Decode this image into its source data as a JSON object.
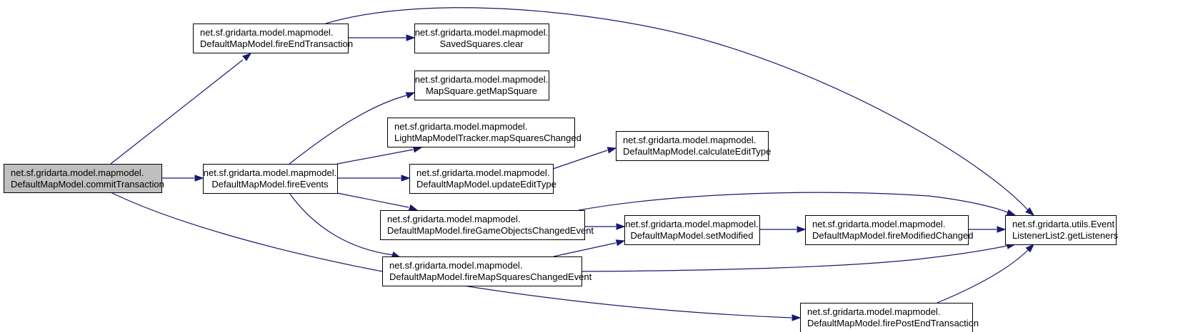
{
  "diagram": {
    "type": "call-graph",
    "colors": {
      "edge": "#191970",
      "root_fill": "#bfbfbf",
      "node_fill": "#ffffff",
      "node_border": "#000000"
    },
    "nodes": [
      {
        "id": "commitTransaction",
        "line1": "net.sf.gridarta.model.mapmodel.",
        "line2": "DefaultMapModel.commitTransaction",
        "root": true
      },
      {
        "id": "fireEndTransaction",
        "line1": "net.sf.gridarta.model.mapmodel.",
        "line2": "DefaultMapModel.fireEndTransaction"
      },
      {
        "id": "savedSquaresClear",
        "line1": "net.sf.gridarta.model.mapmodel.",
        "line2": "SavedSquares.clear"
      },
      {
        "id": "getMapSquare",
        "line1": "net.sf.gridarta.model.mapmodel.",
        "line2": "MapSquare.getMapSquare"
      },
      {
        "id": "mapSquaresChanged",
        "line1": "net.sf.gridarta.model.mapmodel.",
        "line2": "LightMapModelTracker.mapSquaresChanged"
      },
      {
        "id": "updateEditType",
        "line1": "net.sf.gridarta.model.mapmodel.",
        "line2": "DefaultMapModel.updateEditType"
      },
      {
        "id": "calculateEditType",
        "line1": "net.sf.gridarta.model.mapmodel.",
        "line2": "DefaultMapModel.calculateEditType"
      },
      {
        "id": "fireEvents",
        "line1": "net.sf.gridarta.model.mapmodel.",
        "line2": "DefaultMapModel.fireEvents"
      },
      {
        "id": "fireGameObjectsChangedEvent",
        "line1": "net.sf.gridarta.model.mapmodel.",
        "line2": "DefaultMapModel.fireGameObjectsChangedEvent"
      },
      {
        "id": "fireMapSquaresChangedEvent",
        "line1": "net.sf.gridarta.model.mapmodel.",
        "line2": "DefaultMapModel.fireMapSquaresChangedEvent"
      },
      {
        "id": "setModified",
        "line1": "net.sf.gridarta.model.mapmodel.",
        "line2": "DefaultMapModel.setModified"
      },
      {
        "id": "fireModifiedChanged",
        "line1": "net.sf.gridarta.model.mapmodel.",
        "line2": "DefaultMapModel.fireModifiedChanged"
      },
      {
        "id": "getListeners",
        "line1": "net.sf.gridarta.utils.Event",
        "line2": "ListenerList2.getListeners"
      },
      {
        "id": "firePostEndTransaction",
        "line1": "net.sf.gridarta.model.mapmodel.",
        "line2": "DefaultMapModel.firePostEndTransaction"
      }
    ],
    "edges": [
      {
        "from": "commitTransaction",
        "to": "fireEndTransaction"
      },
      {
        "from": "commitTransaction",
        "to": "fireEvents"
      },
      {
        "from": "commitTransaction",
        "to": "firePostEndTransaction"
      },
      {
        "from": "fireEndTransaction",
        "to": "savedSquaresClear"
      },
      {
        "from": "fireEndTransaction",
        "to": "getListeners"
      },
      {
        "from": "fireEvents",
        "to": "getMapSquare"
      },
      {
        "from": "fireEvents",
        "to": "mapSquaresChanged"
      },
      {
        "from": "fireEvents",
        "to": "updateEditType"
      },
      {
        "from": "fireEvents",
        "to": "fireGameObjectsChangedEvent"
      },
      {
        "from": "fireEvents",
        "to": "fireMapSquaresChangedEvent"
      },
      {
        "from": "updateEditType",
        "to": "calculateEditType"
      },
      {
        "from": "fireGameObjectsChangedEvent",
        "to": "getListeners"
      },
      {
        "from": "fireGameObjectsChangedEvent",
        "to": "setModified"
      },
      {
        "from": "fireMapSquaresChangedEvent",
        "to": "setModified"
      },
      {
        "from": "fireMapSquaresChangedEvent",
        "to": "getListeners"
      },
      {
        "from": "setModified",
        "to": "fireModifiedChanged"
      },
      {
        "from": "fireModifiedChanged",
        "to": "getListeners"
      },
      {
        "from": "firePostEndTransaction",
        "to": "getListeners"
      }
    ]
  }
}
